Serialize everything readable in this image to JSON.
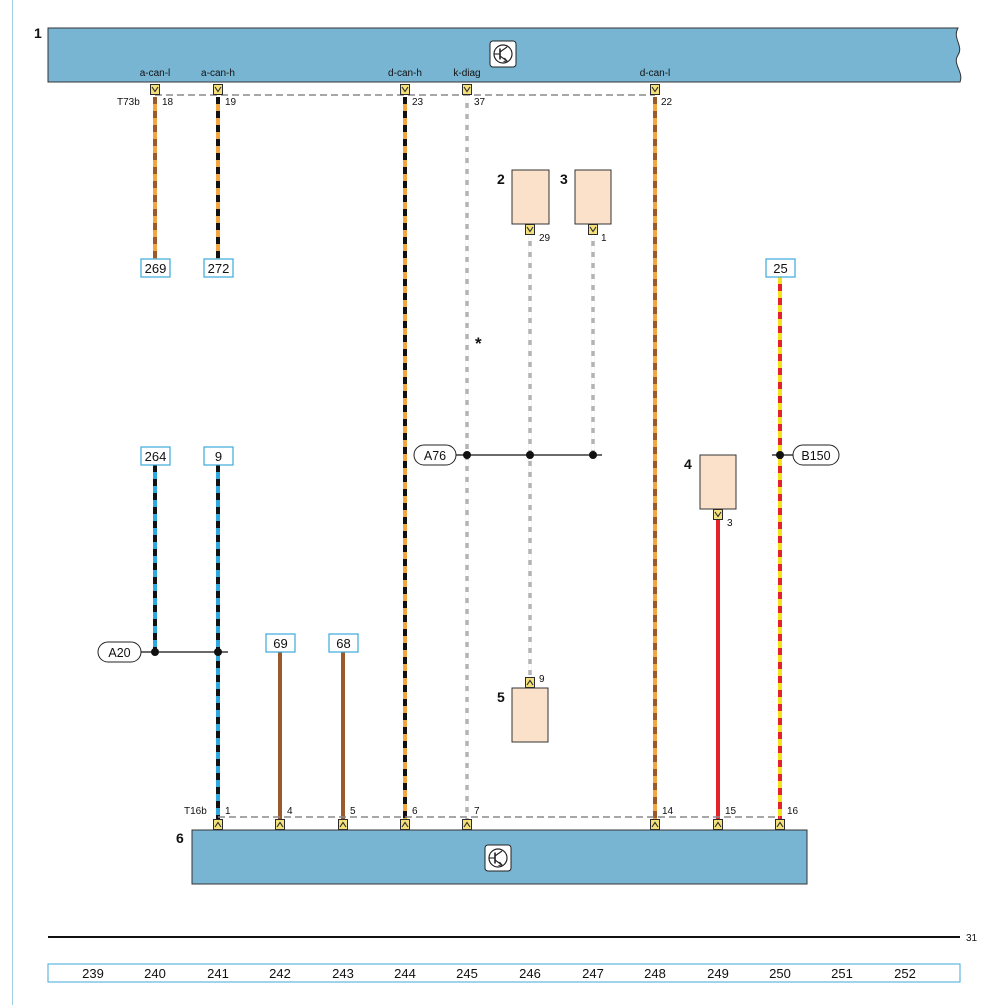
{
  "page": {
    "number": "31"
  },
  "units": {
    "top": {
      "label": "1",
      "icon": "control-unit-icon"
    },
    "bottom": {
      "label": "6",
      "icon": "control-unit-icon"
    }
  },
  "components": {
    "c2": {
      "label": "2",
      "pin": "29"
    },
    "c3": {
      "label": "3",
      "pin": "1"
    },
    "c4": {
      "label": "4",
      "pin": "3"
    },
    "c5": {
      "label": "5",
      "pin": "9"
    }
  },
  "top_connector": {
    "name": "T73b",
    "pins": [
      {
        "signal": "a-can-l",
        "number": "18"
      },
      {
        "signal": "a-can-h",
        "number": "19"
      },
      {
        "signal": "d-can-h",
        "number": "23"
      },
      {
        "signal": "k-diag",
        "number": "37"
      },
      {
        "signal": "d-can-l",
        "number": "22"
      }
    ]
  },
  "bottom_connector": {
    "name": "T16b",
    "pins": [
      "1",
      "4",
      "5",
      "6",
      "7",
      "14",
      "15",
      "16"
    ]
  },
  "references": [
    "269",
    "272",
    "25",
    "264",
    "9",
    "69",
    "68"
  ],
  "splices": [
    "A76",
    "B150",
    "A20"
  ],
  "note_marker": "*",
  "ruler": [
    "239",
    "240",
    "241",
    "242",
    "243",
    "244",
    "245",
    "246",
    "247",
    "248",
    "249",
    "250",
    "251",
    "252"
  ],
  "colors": {
    "unit_fill": "#78b5d3",
    "component_fill": "#fbe1c9",
    "connector_fill": "#f3e07a",
    "reference_border": "#3aa9dc",
    "ruler_border": "#5fb8df",
    "page_border": "#9fcfe6",
    "wire_orange": "#f2a540",
    "wire_brown": "#9b5a2c",
    "wire_black": "#111111",
    "wire_gray": "#b3b3b3",
    "wire_white": "#ffffff",
    "wire_blue": "#2fa8e0",
    "wire_red": "#e2232a",
    "wire_yellow": "#f4e21c"
  }
}
